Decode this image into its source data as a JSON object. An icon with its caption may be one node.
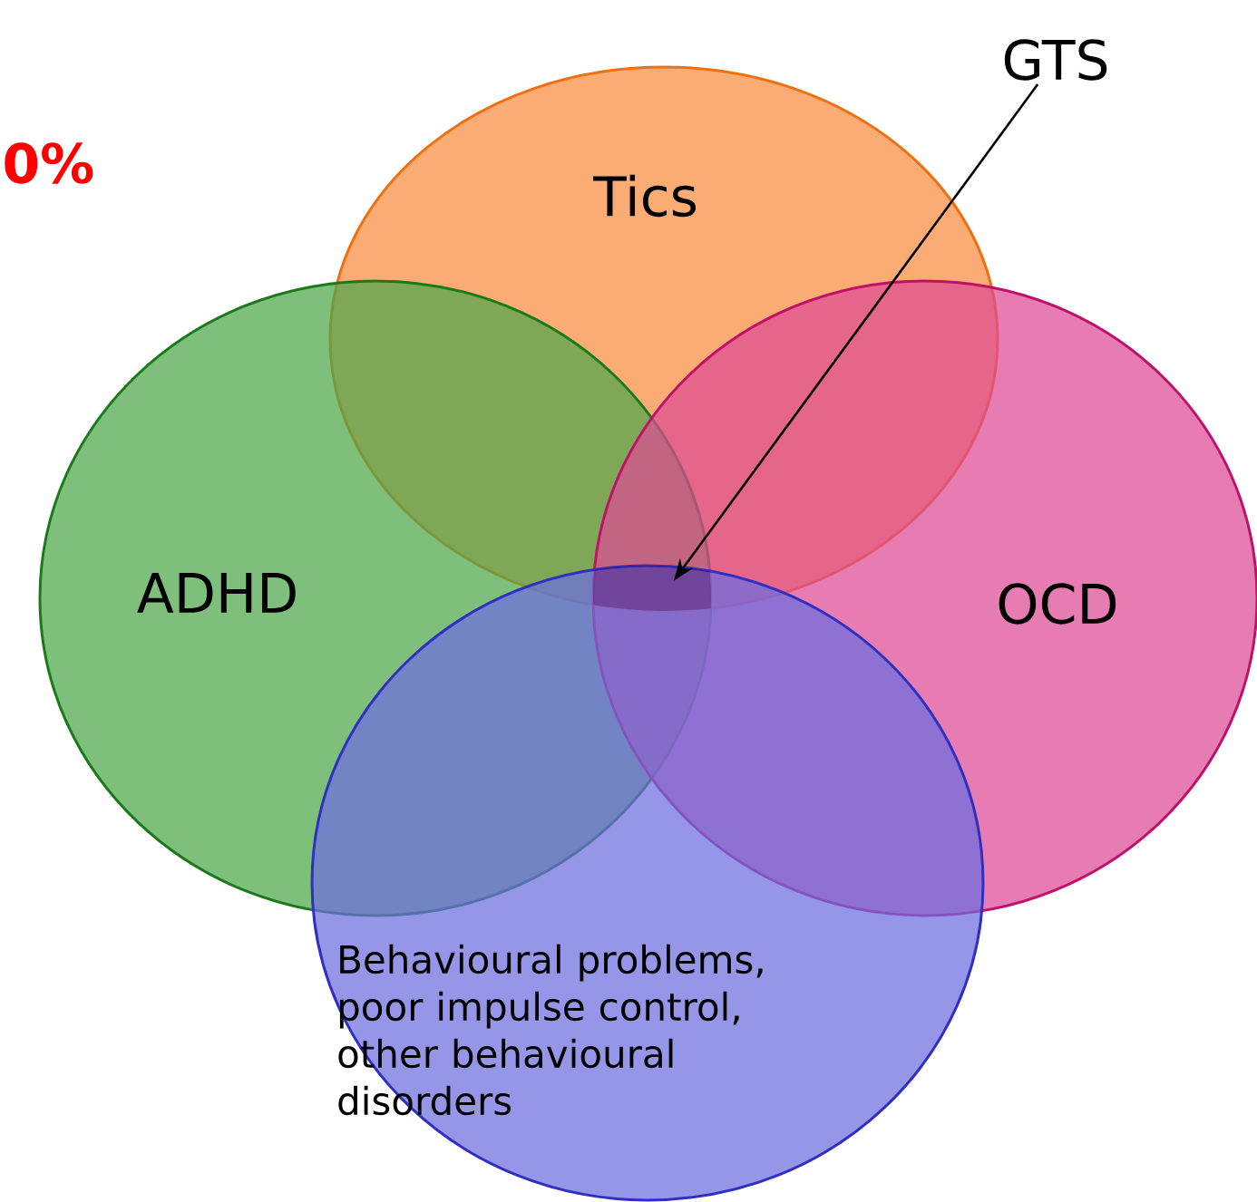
{
  "diagram": {
    "nodes": [
      {
        "text": [
          "Tics"
        ]
      },
      {
        "text": [
          "ADHD"
        ]
      },
      {
        "text": [
          "OCD"
        ]
      },
      {
        "text": [
          "Behavioural problems, poor impulse control, other behavioural disorders"
        ]
      },
      {
        "text": [
          "GTS"
        ]
      },
      {
        "text": [],
        "shape": "region"
      }
    ],
    "edges": [
      {
        "from": 4,
        "to": 5,
        "arrow": "to"
      }
    ],
    "labels": [
      "0%"
    ]
  }
}
